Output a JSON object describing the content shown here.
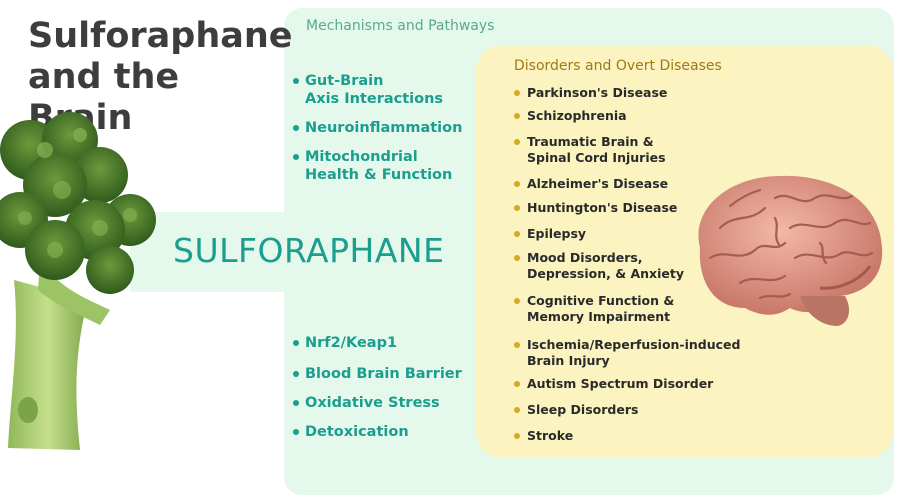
{
  "title": [
    "Sulforaphane",
    "and the Brain"
  ],
  "center_label": "SULFORAPHANE",
  "mechanisms": {
    "title": "Mechanisms and Pathways",
    "upper_items": [
      [
        "Gut-Brain",
        "Axis Interactions"
      ],
      [
        "Neuroinflammation"
      ],
      [
        "Mitochondrial",
        "Health & Function"
      ]
    ],
    "lower_items": [
      [
        "Nrf2/Keap1"
      ],
      [
        "Blood Brain Barrier"
      ],
      [
        "Oxidative Stress"
      ],
      [
        "Detoxication"
      ]
    ]
  },
  "disorders": {
    "title": "Disorders and Overt Diseases",
    "items": [
      [
        "Parkinson's Disease"
      ],
      [
        "Schizophrenia"
      ],
      [
        "Traumatic Brain &",
        "Spinal Cord Injuries"
      ],
      [
        "Alzheimer's Disease"
      ],
      [
        "Huntington's Disease"
      ],
      [
        "Epilepsy"
      ],
      [
        "Mood Disorders,",
        "Depression, & Anxiety"
      ],
      [
        "Cognitive Function &",
        "Memory Impairment"
      ],
      [
        "Ischemia/Reperfusion-induced",
        "Brain Injury"
      ],
      [
        "Autism Spectrum Disorder"
      ],
      [
        "Sleep Disorders"
      ],
      [
        "Stroke"
      ]
    ]
  },
  "colors": {
    "teal": "#1b9e8e",
    "mint_bg": "#e4f8ec",
    "yellow_bg": "#fbf3c0",
    "gold": "#d6aa1e"
  },
  "icons": [
    "broccoli-illustration",
    "brain-illustration"
  ]
}
